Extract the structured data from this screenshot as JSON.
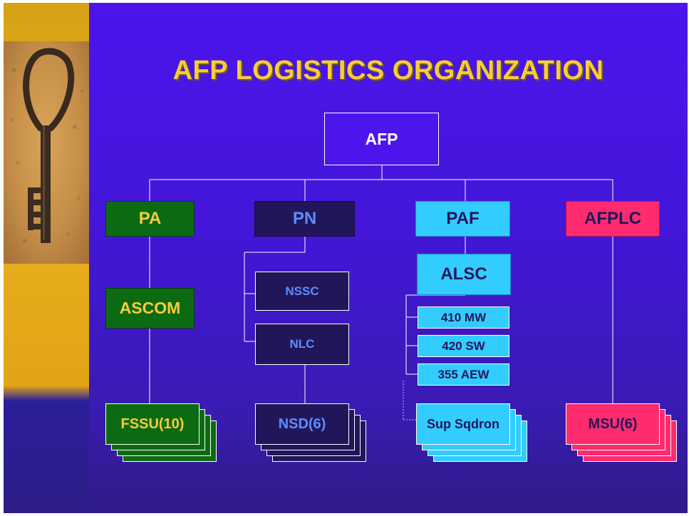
{
  "title": "AFP LOGISTICS ORGANIZATION",
  "colors": {
    "background": "#4516dc",
    "title": "#f7cc3a",
    "pa": "#0c6b12",
    "pn": "#22165a",
    "paf": "#33ccff",
    "afplc": "#ff2b6e",
    "line": "#ffffff"
  },
  "icons": {
    "sidebar": "key-icon"
  },
  "nodes": {
    "afp": "AFP",
    "pa": "PA",
    "pn": "PN",
    "paf": "PAF",
    "afplc": "AFPLC",
    "ascom": "ASCOM",
    "nssc": "NSSC",
    "nlc": "NLC",
    "alsc": "ALSC",
    "mw410": "410 MW",
    "sw420": "420 SW",
    "aew355": "355 AEW",
    "fssu": "FSSU(10)",
    "nsd": "NSD(6)",
    "supsqdron": "Sup Sqdron",
    "msu": "MSU(6)"
  }
}
